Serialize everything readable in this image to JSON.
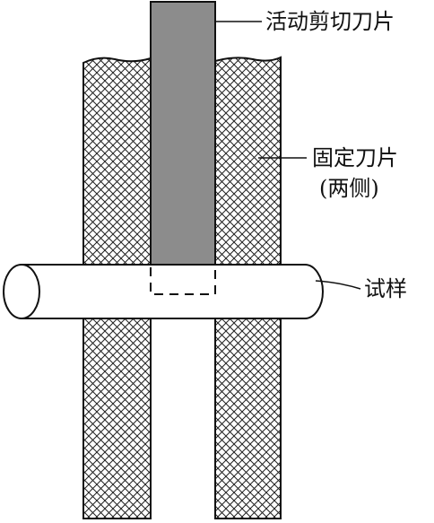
{
  "labels": {
    "moving_blade": "活动剪切刀片",
    "fixed_blade_line1": "固定刀片",
    "fixed_blade_line2": "(两侧)",
    "specimen": "试样"
  },
  "colors": {
    "background": "#ffffff",
    "line": "#111111",
    "moving_blade_fill": "#8c8c8c",
    "hatch": "#222222"
  }
}
